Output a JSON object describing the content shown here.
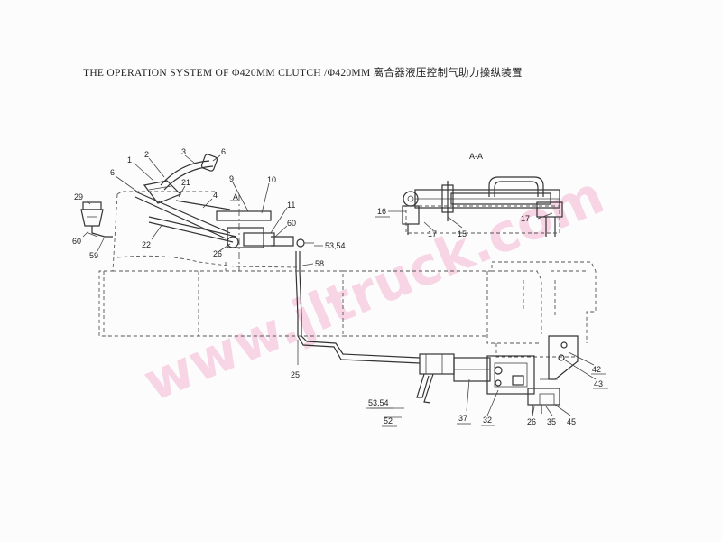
{
  "title": "THE OPERATION SYSTEM OF Φ420MM  CLUTCH /Φ420MM 离合器液压控制气助力操纵装置",
  "section_label": "A-A",
  "section_mark": "A",
  "watermark": "www.jltruck.com",
  "parts": {
    "p1": "1",
    "p2": "2",
    "p3": "3",
    "p6a": "6",
    "p6b": "6",
    "p21": "21",
    "p4": "4",
    "p9": "9",
    "p10": "10",
    "p11": "11",
    "p29": "29",
    "p60a": "60",
    "p60b": "60",
    "p22": "22",
    "p59": "59",
    "p26a": "26",
    "p5354a": "53,54",
    "p58": "58",
    "p25": "25",
    "p16": "16",
    "p17a": "17",
    "p15": "15",
    "p17b": "17",
    "p42": "42",
    "p43": "43",
    "p5354b": "53,54",
    "p52": "52",
    "p37": "37",
    "p32": "32",
    "p26b": "26",
    "p35": "35",
    "p45": "45"
  }
}
